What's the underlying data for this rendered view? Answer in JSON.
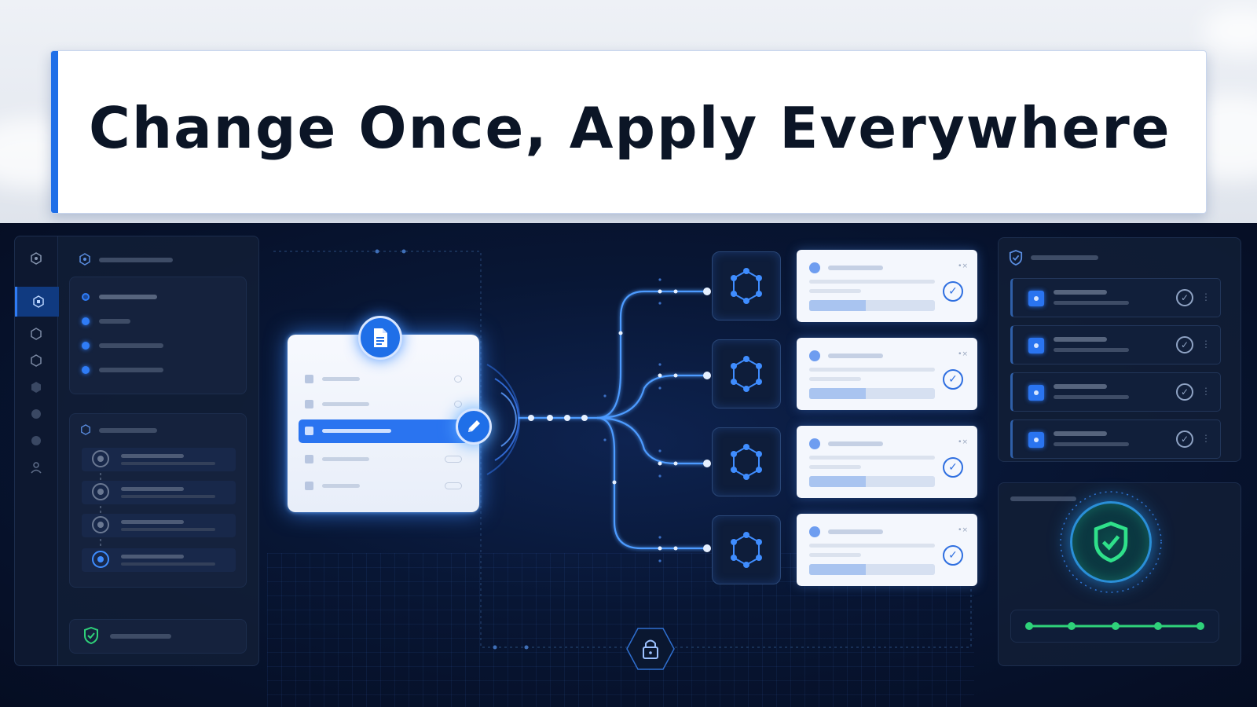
{
  "header": {
    "title": "Change Once, Apply Everywhere"
  },
  "colors": {
    "accent": "#1f6fe8",
    "background": "#061029",
    "success": "#2fd27a",
    "title_text": "#0b1526"
  },
  "icons": {
    "document": "document-icon",
    "edit": "pencil-icon",
    "node": "hexagon-network-icon",
    "check": "check-circle-icon",
    "shield": "shield-check-icon",
    "lock": "lock-icon"
  },
  "targets": [
    {
      "progress": 0.45
    },
    {
      "progress": 0.45
    },
    {
      "progress": 0.45
    },
    {
      "progress": 0.45
    }
  ]
}
